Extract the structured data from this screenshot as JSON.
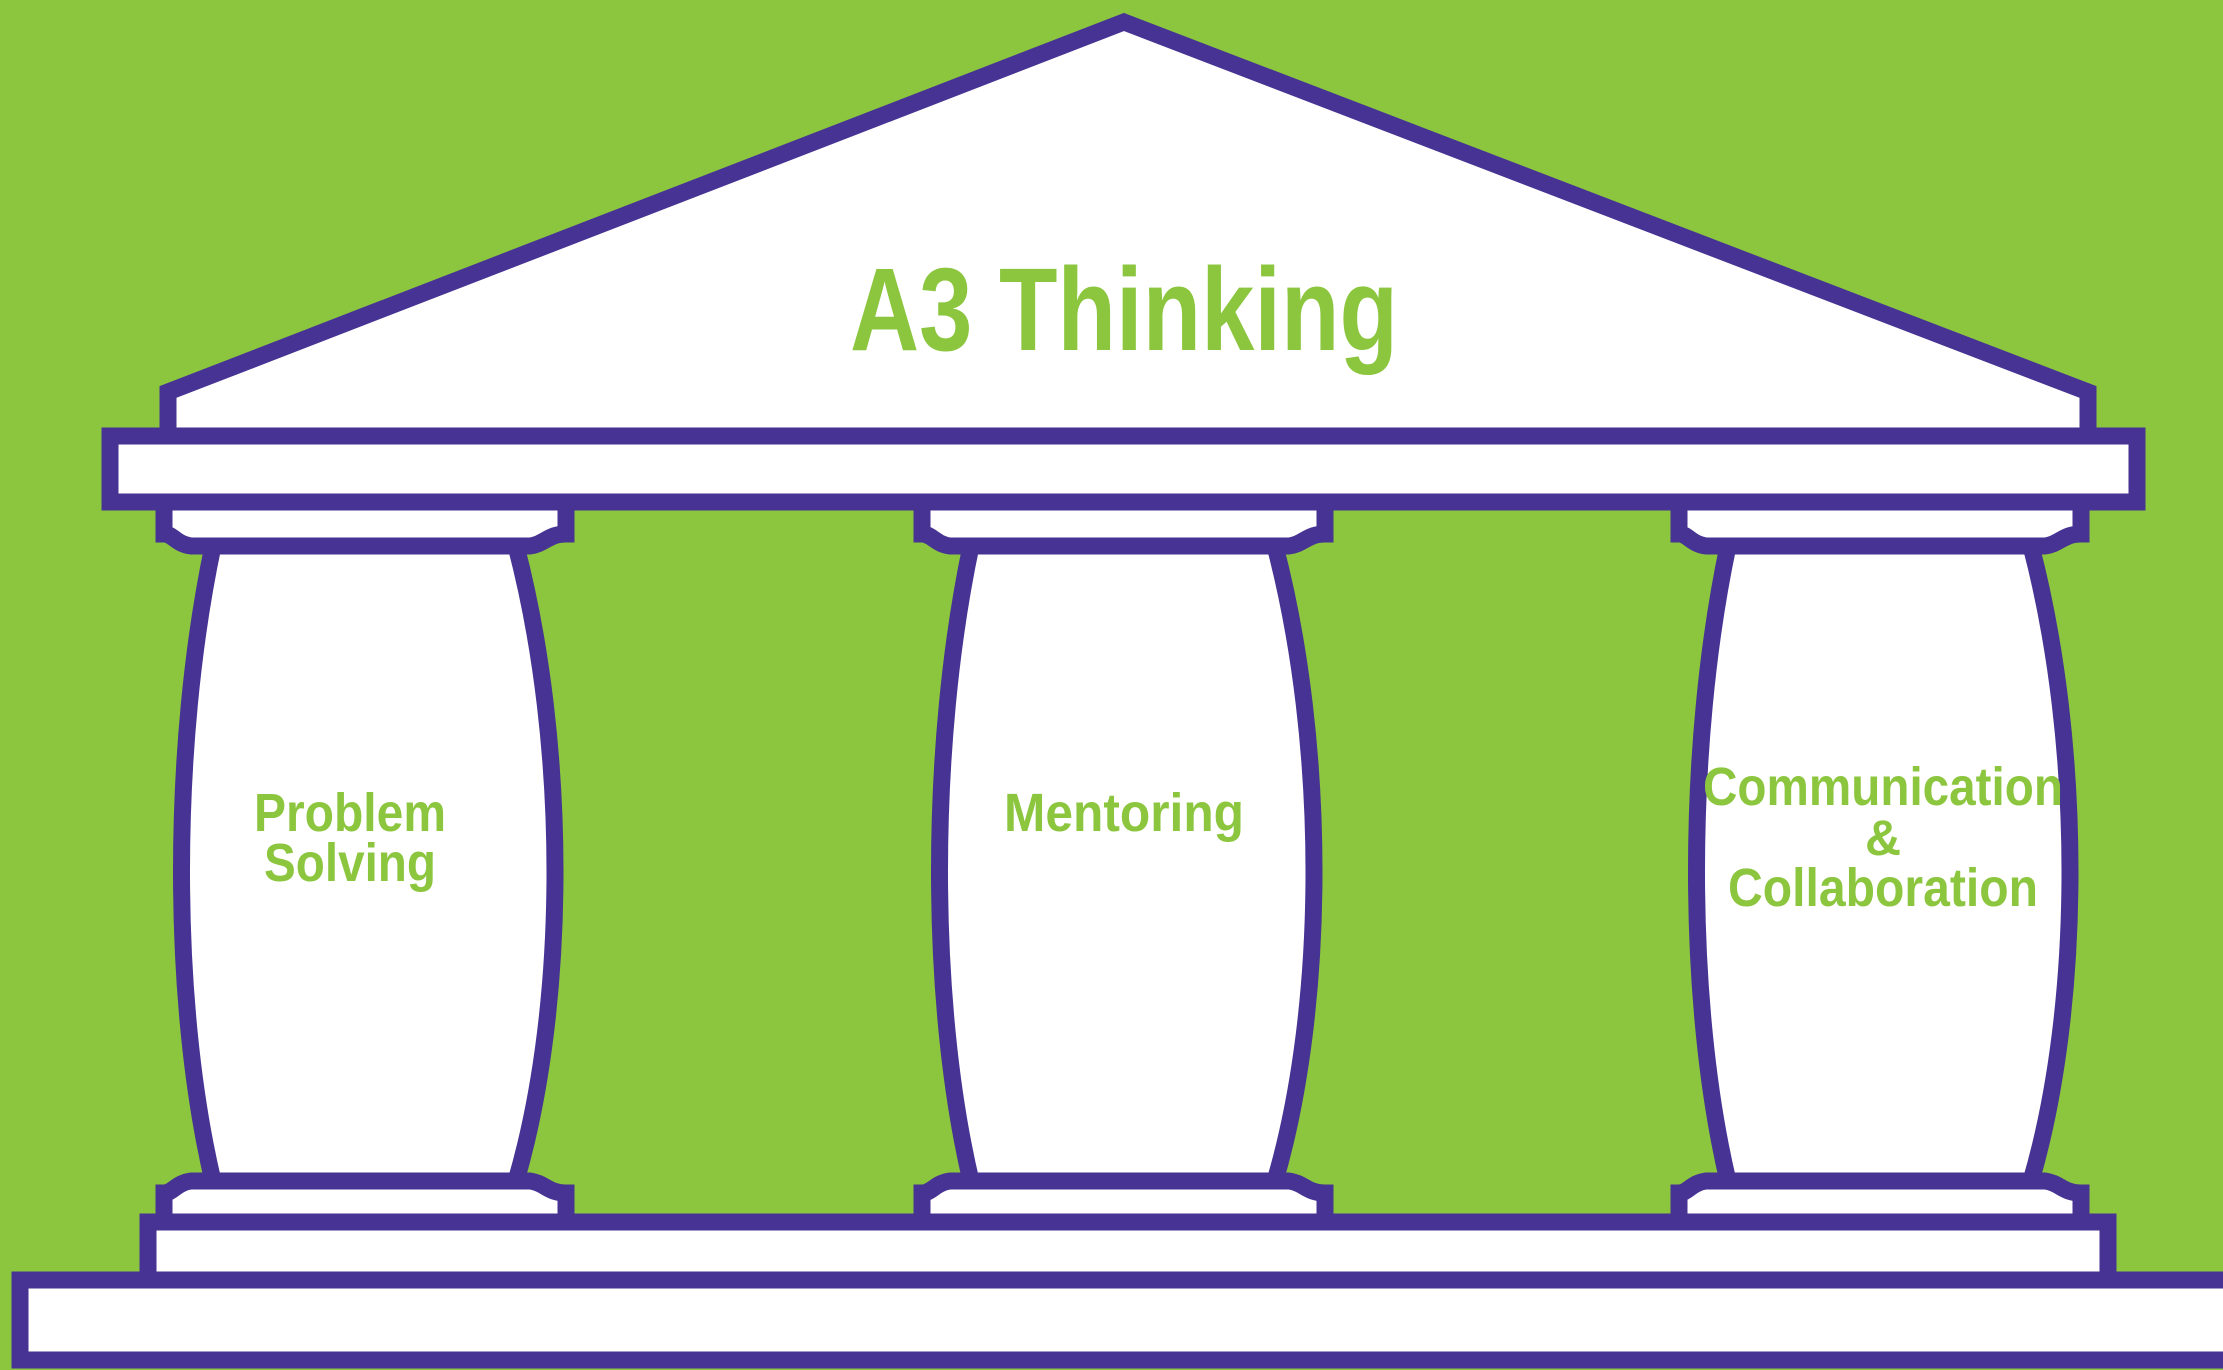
{
  "title": "A3 Thinking",
  "pillars": [
    {
      "lines": [
        "Problem",
        "Solving"
      ]
    },
    {
      "lines": [
        "Mentoring"
      ]
    },
    {
      "lines": [
        "Communication",
        "&",
        "Collaboration"
      ]
    }
  ],
  "colors": {
    "background": "#8cc63f",
    "outline": "#463393",
    "fill": "#ffffff",
    "text": "#8cc63f"
  }
}
